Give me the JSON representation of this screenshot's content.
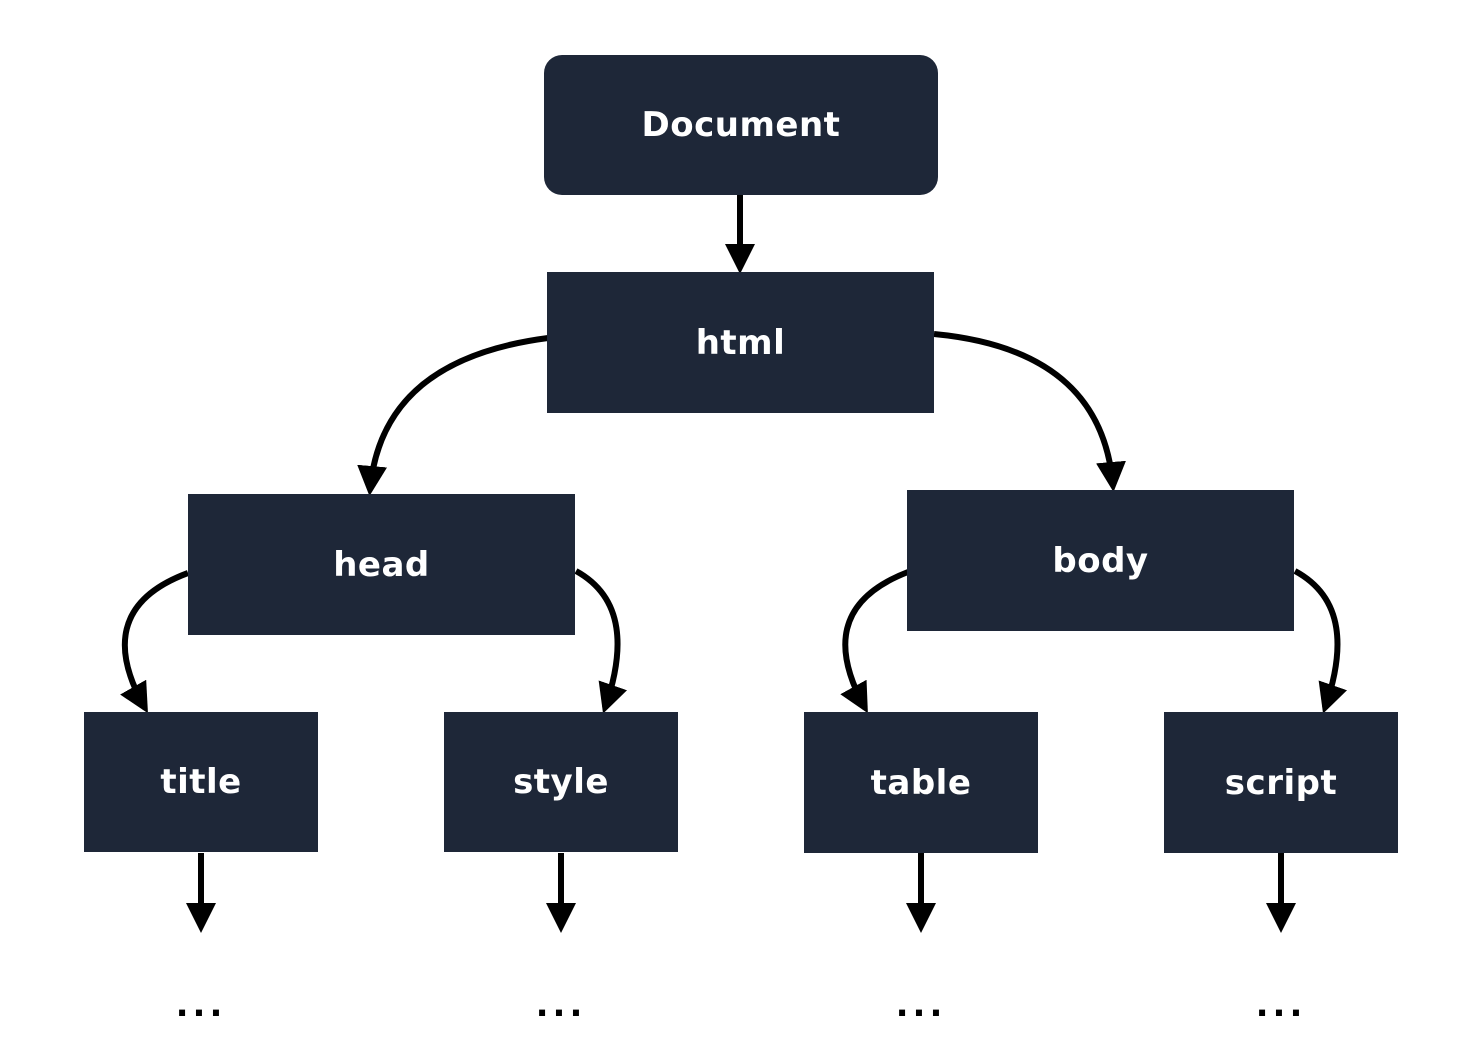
{
  "colors": {
    "node_fill": "#1e2738",
    "node_text": "#ffffff",
    "edge": "#000000",
    "background": "#ffffff"
  },
  "nodes": {
    "document": "Document",
    "html": "html",
    "head": "head",
    "body": "body",
    "title": "title",
    "style": "style",
    "table": "table",
    "script": "script"
  },
  "continuation": "..."
}
